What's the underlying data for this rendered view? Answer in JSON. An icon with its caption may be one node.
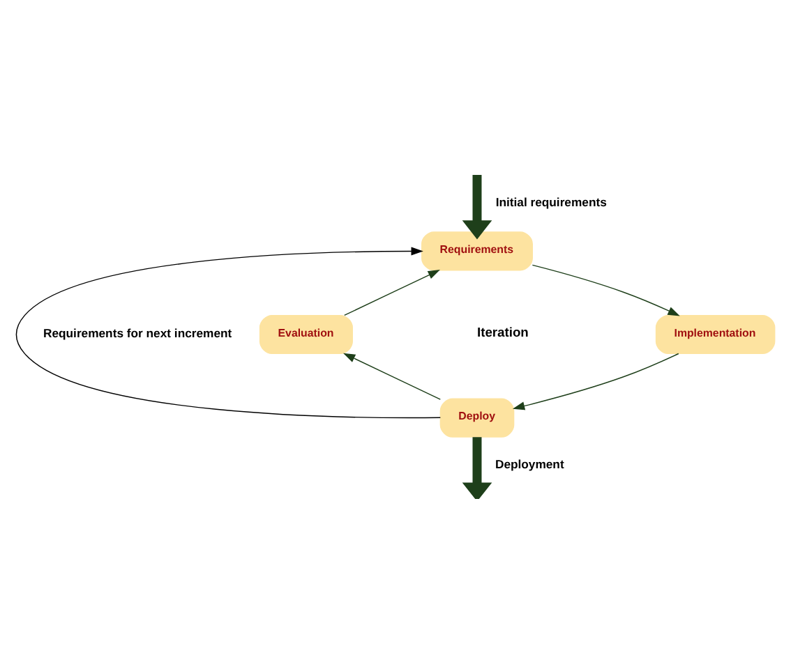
{
  "diagram": {
    "nodes": [
      {
        "text": [
          "Requirements"
        ]
      },
      {
        "text": [
          "Implementation"
        ]
      },
      {
        "text": [
          "Deploy"
        ]
      },
      {
        "text": [
          "Evaluation"
        ]
      }
    ],
    "edges": [
      {
        "from": 0,
        "to": 1,
        "arrow": "to"
      },
      {
        "from": 1,
        "to": 2,
        "arrow": "to"
      },
      {
        "from": 2,
        "to": 3,
        "arrow": "to"
      },
      {
        "from": 3,
        "to": 0,
        "arrow": "to"
      },
      {
        "from": 2,
        "to": 0,
        "arrow": "to",
        "color": "#000000",
        "label": "Requirements for next increment"
      },
      {
        "from": null,
        "to": 0,
        "arrow": "to",
        "style": "thick",
        "label": "Initial requirements"
      },
      {
        "from": 2,
        "to": null,
        "arrow": "to",
        "style": "thick",
        "label": "Deployment"
      }
    ],
    "labels": [
      "Iteration"
    ]
  }
}
